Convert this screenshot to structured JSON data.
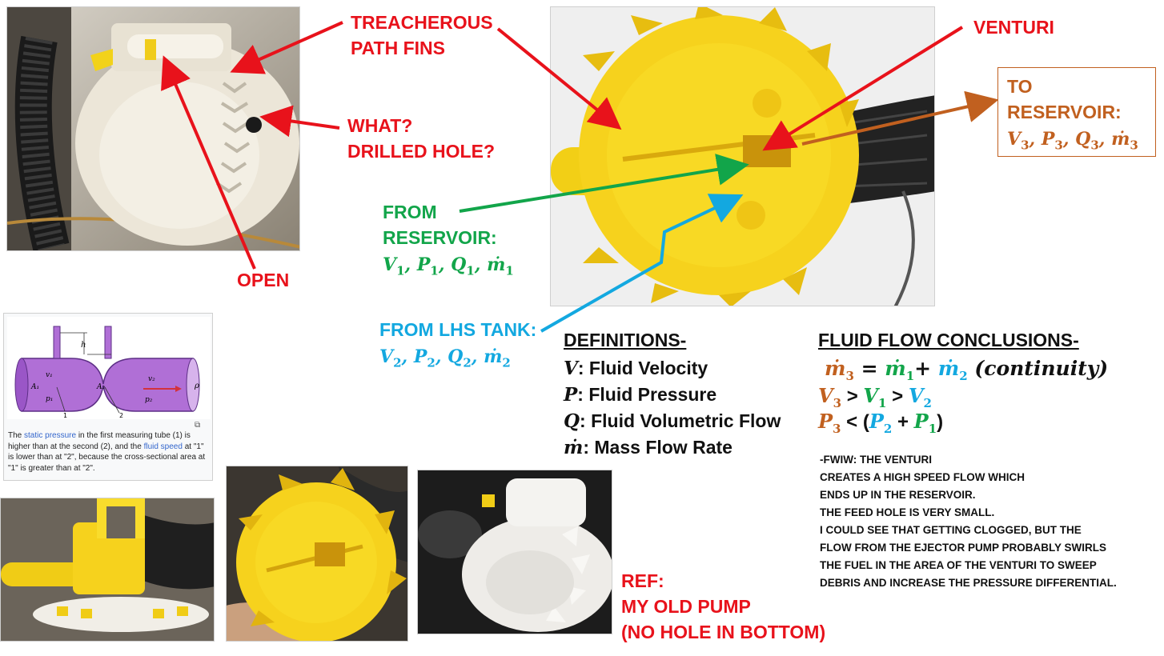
{
  "labels": {
    "treacherous_line1": "TREACHEROUS",
    "treacherous_line2": "PATH FINS",
    "what_line1": "WHAT?",
    "what_line2": "DRILLED HOLE?",
    "open": "OPEN",
    "venturi": "VENTURI",
    "from_reservoir_line1": "FROM",
    "from_reservoir_line2": "RESERVOIR:",
    "from_lhs_tank": "FROM LHS TANK:",
    "to_reservoir_line1": "TO",
    "to_reservoir_line2": "RESERVOIR:",
    "ref_line1": "REF:",
    "ref_line2": "MY OLD PUMP",
    "ref_line3": "(NO HOLE IN BOTTOM)"
  },
  "variables": {
    "set1": [
      "V",
      "1",
      "P",
      "1",
      "Q",
      "1",
      "ṁ",
      "1"
    ],
    "set2": [
      "V",
      "2",
      "P",
      "2",
      "Q",
      "2",
      "ṁ",
      "2"
    ],
    "set3": [
      "V",
      "3",
      "P",
      "3",
      "Q",
      "3",
      "ṁ",
      "3"
    ],
    "separator": ", "
  },
  "definitions": {
    "title": "DEFINITIONS-",
    "items": [
      {
        "symbol": "V",
        "text": ": Fluid Velocity"
      },
      {
        "symbol": "P",
        "text": ": Fluid Pressure"
      },
      {
        "symbol": "Q",
        "text": ": Fluid Volumetric Flow"
      },
      {
        "symbol": "ṁ",
        "text": ": Mass Flow Rate"
      }
    ]
  },
  "conclusions": {
    "title": "FLUID FLOW CONCLUSIONS-",
    "eq1": {
      "lhs": "ṁ",
      "lhs_sub": "3",
      "eq": " = ",
      "t1": "ṁ",
      "t1_sub": "1",
      "plus": "+ ",
      "t2": "ṁ",
      "t2_sub": "2",
      "note": " (continuity)"
    },
    "eq2": {
      "a": "V",
      "a_sub": "3",
      "gt": " > ",
      "b": "V",
      "b_sub": "1",
      "c": "V",
      "c_sub": "2"
    },
    "eq3": {
      "a": "P",
      "a_sub": "3",
      "lt": " < (",
      "b": "P",
      "b_sub": "2",
      "plus": " + ",
      "c": "P",
      "c_sub": "1",
      "close": ")"
    }
  },
  "note_lines": [
    "-FWIW: THE VENTURI",
    "CREATES A HIGH SPEED FLOW WHICH",
    "ENDS UP IN THE RESERVOIR.",
    "THE FEED HOLE IS VERY SMALL.",
    "I COULD SEE THAT GETTING CLOGGED, BUT THE",
    "FLOW FROM THE EJECTOR PUMP PROBABLY SWIRLS",
    "THE FUEL IN THE AREA OF THE VENTURI TO SWEEP",
    "DEBRIS AND INCREASE THE PRESSURE DIFFERENTIAL."
  ],
  "wiki": {
    "diagram_labels": {
      "h": "h",
      "v1": "v₁",
      "v2": "v₂",
      "p1": "p₁",
      "p2": "p₂",
      "a1": "A₁",
      "a2": "A₂",
      "rho": "ρ",
      "n1": "1",
      "n2": "2"
    },
    "caption_parts": [
      "The ",
      "static pressure",
      " in the first measuring tube (1) is higher than at the second (2), and the ",
      "fluid speed",
      " at \"1\" is lower than at \"2\", because the cross-sectional area at \"1\" is greater than at \"2\"."
    ]
  },
  "colors": {
    "red": "#e8121b",
    "green": "#12a54a",
    "blue": "#13a8e0",
    "brown": "#c1601f",
    "yellow": "#f6d21d",
    "cream": "#efe9dc",
    "dark": "#2a2a2a"
  }
}
